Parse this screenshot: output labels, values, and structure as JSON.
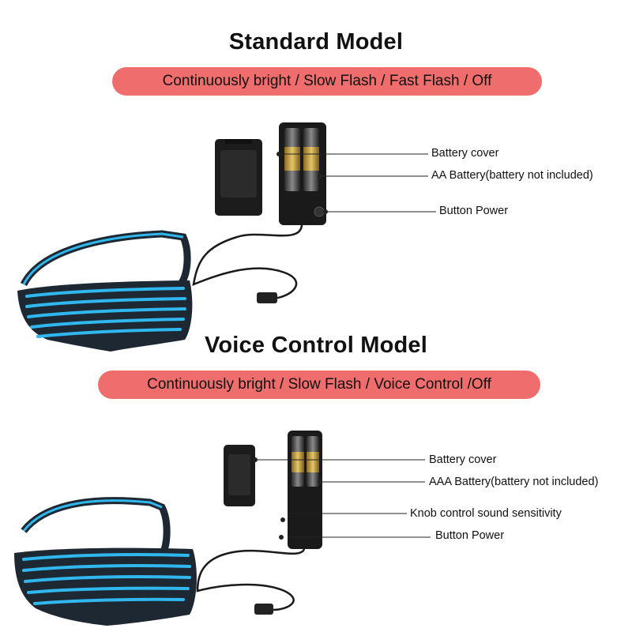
{
  "colors": {
    "pill": "#ef6d6c",
    "frame": "#1e2833",
    "glow": "#2fb7ee",
    "battery_gold": "#c8a44a"
  },
  "standard": {
    "title": "Standard Model",
    "modes": "Continuously bright / Slow Flash / Fast Flash / Off",
    "labels": {
      "battery_cover": "Battery cover",
      "battery": "AA Battery(battery not included)",
      "button": "Button Power"
    }
  },
  "voice": {
    "title": "Voice Control Model",
    "modes": "Continuously bright / Slow Flash / Voice Control /Off",
    "labels": {
      "battery_cover": "Battery cover",
      "battery": "AAA Battery(battery not included)",
      "knob": "Knob control sound sensitivity",
      "button": "Button Power"
    }
  }
}
